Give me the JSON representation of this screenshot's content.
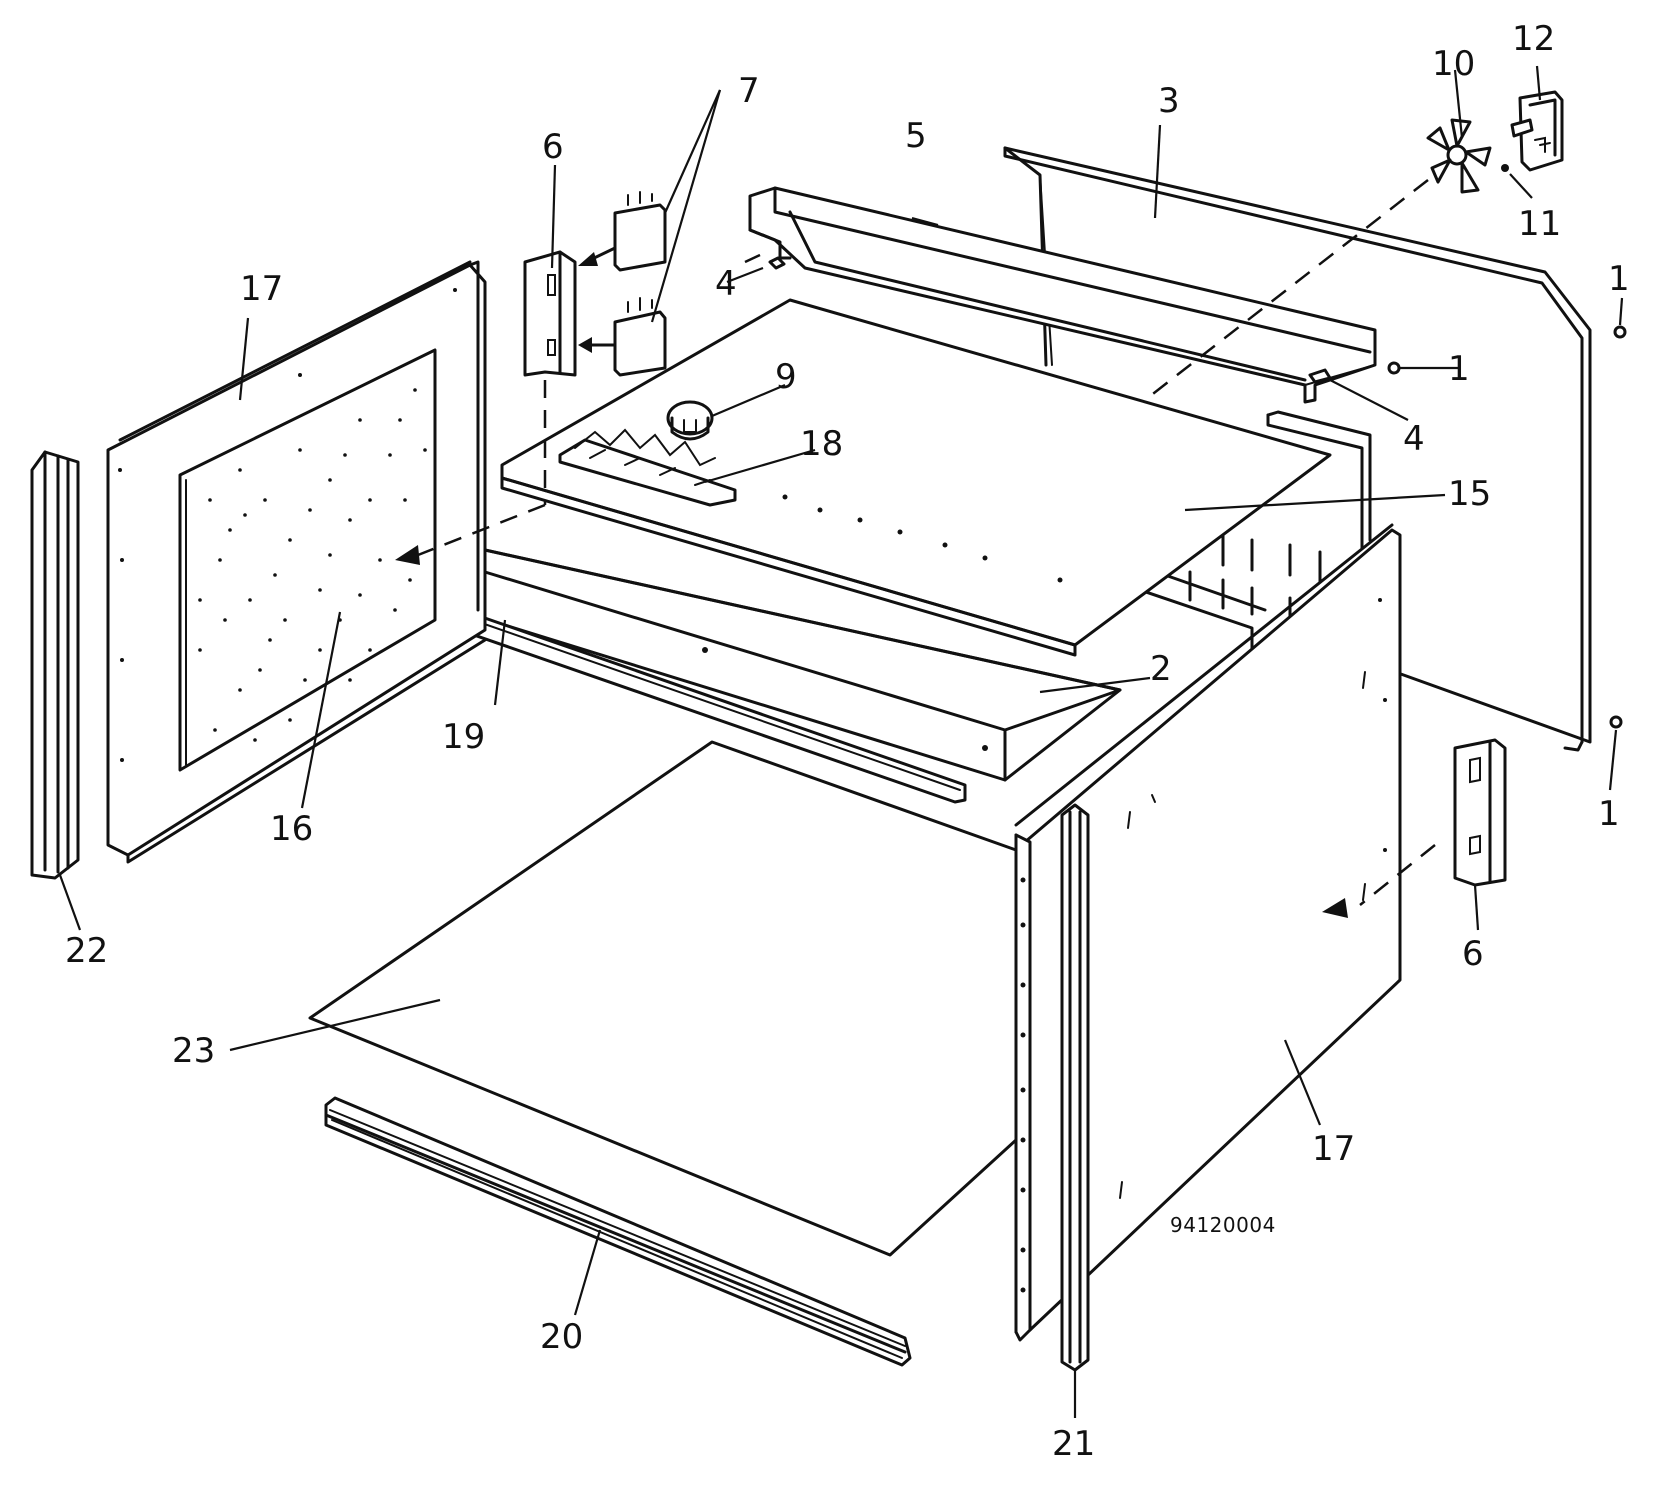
{
  "drawing_number": "94120004",
  "part_labels": {
    "p1a": "1",
    "p1b": "1",
    "p1c": "1",
    "p2": "2",
    "p3": "3",
    "p4a": "4",
    "p4b": "4",
    "p5": "5",
    "p6a": "6",
    "p6b": "6",
    "p7": "7",
    "p9": "9",
    "p10": "10",
    "p11": "11",
    "p12": "12",
    "p15": "15",
    "p16": "16",
    "p17a": "17",
    "p17b": "17",
    "p18": "18",
    "p19": "19",
    "p20": "20",
    "p21": "21",
    "p22": "22",
    "p23": "23"
  }
}
